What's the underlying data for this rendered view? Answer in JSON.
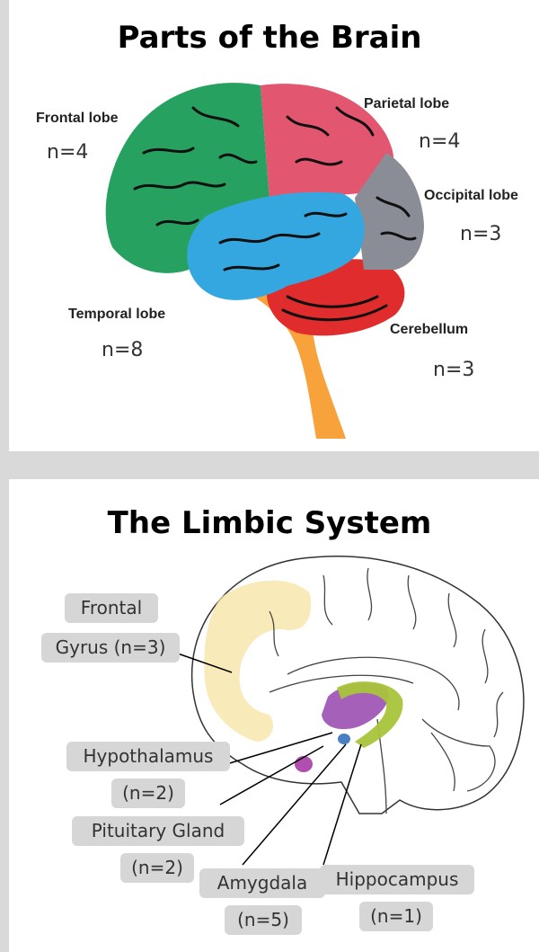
{
  "brain_panel": {
    "title": "Parts of the Brain",
    "regions": [
      {
        "name": "Frontal lobe",
        "count": "n=4",
        "color": "#27a15f"
      },
      {
        "name": "Parietal lobe",
        "count": "n=4",
        "color": "#e2566f"
      },
      {
        "name": "Occipital lobe",
        "count": "n=3",
        "color": "#8a8d95"
      },
      {
        "name": "Temporal lobe",
        "count": "n=8",
        "color": "#35a7e0"
      },
      {
        "name": "Cerebellum",
        "count": "n=3",
        "color": "#e02c2c"
      }
    ],
    "brainstem_color": "#f7a23a"
  },
  "limbic_panel": {
    "title": "The Limbic System",
    "labels": [
      {
        "line1": "Frontal",
        "line2": "Gyrus (n=3)",
        "color": "#f7e3a3"
      },
      {
        "line1": "Hypothalamus",
        "line2": "(n=2)",
        "color": "#9b4fb3"
      },
      {
        "line1": "Pituitary Gland",
        "line2": "(n=2)",
        "color": "#b04fb0"
      },
      {
        "line1": "Amygdala",
        "line2": "(n=5)",
        "color": "#4a7fc1"
      },
      {
        "line1": "Hippocampus",
        "line2": "(n=1)",
        "color": "#a8c43a"
      }
    ]
  }
}
